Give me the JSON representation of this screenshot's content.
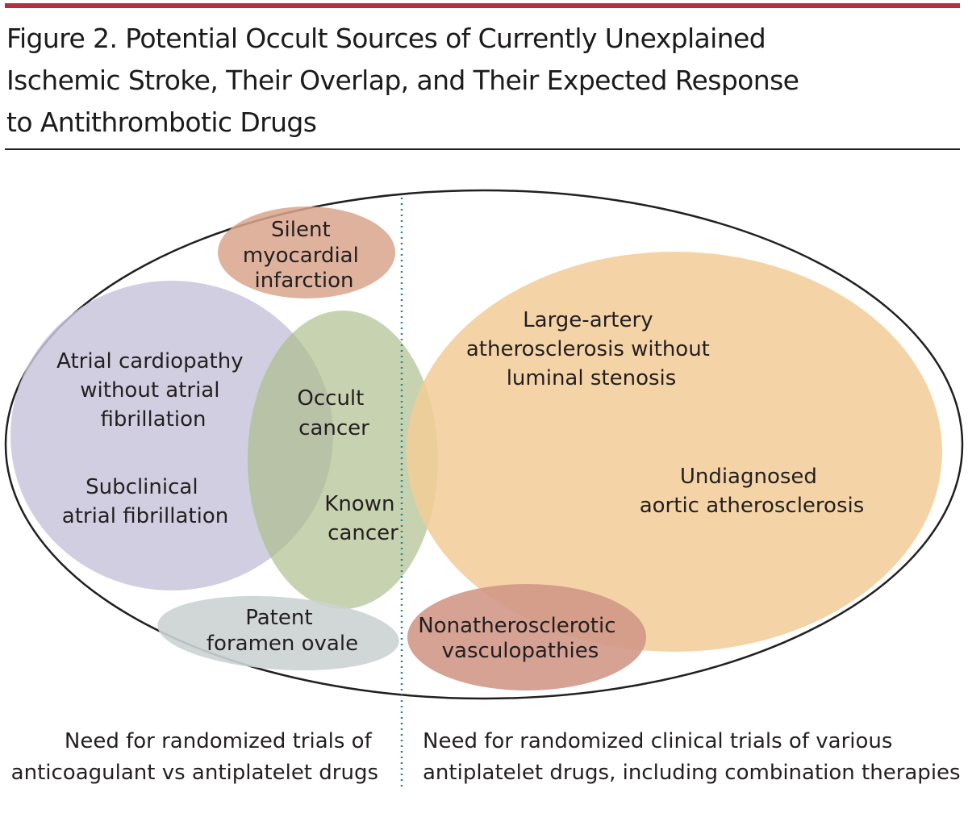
{
  "figure": {
    "title_lines": [
      "Figure 2. Potential Occult Sources of Currently Unexplained",
      "Ischemic Stroke, Their Overlap, and Their Expected Response",
      "to Antithrombotic Drugs"
    ]
  },
  "regions": {
    "silent_mi": {
      "lines": [
        "Silent",
        "myocardial",
        "infarction"
      ],
      "color": "#d9a58c"
    },
    "atrial": {
      "lines": [
        "Atrial cardiopathy",
        "without atrial",
        "fibrillation"
      ],
      "color": "#c9c6dc"
    },
    "subclinical_af": {
      "lines": [
        "Subclinical",
        "atrial fibrillation"
      ]
    },
    "cancer": {
      "occult_lines": [
        "Occult",
        "cancer"
      ],
      "known_lines": [
        "Known",
        "cancer"
      ],
      "color": "#a9bb86"
    },
    "large_artery": {
      "lines": [
        "Large-artery",
        "atherosclerosis without",
        "luminal stenosis"
      ],
      "color": "#f2cc98"
    },
    "aortic": {
      "lines": [
        "Undiagnosed",
        "aortic atherosclerosis"
      ]
    },
    "pfo": {
      "lines": [
        "Patent",
        "foramen ovale"
      ],
      "color": "#ccd3d3"
    },
    "nonathero": {
      "lines": [
        "Nonatherosclerotic",
        "vasculopathies"
      ],
      "color": "#d09888"
    }
  },
  "footer": {
    "left_lines": [
      "Need for randomized trials of",
      "anticoagulant vs antiplatelet drugs"
    ],
    "right_lines": [
      "Need for randomized clinical trials of various",
      "antiplatelet drugs, including combination therapies"
    ]
  },
  "colors": {
    "accent_rule": "#b5303f",
    "divider": "#1a8a99"
  }
}
